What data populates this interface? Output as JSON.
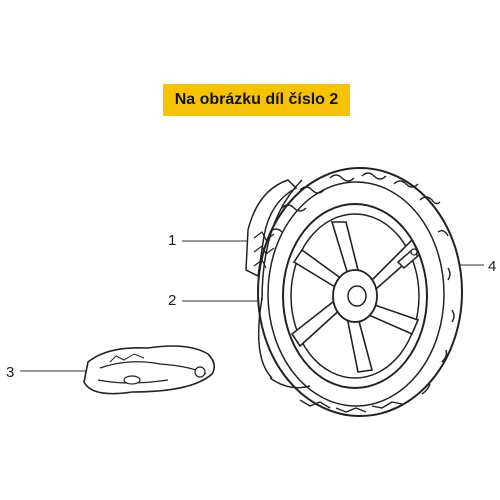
{
  "banner": {
    "text": "Na obrázku díl číslo 2"
  },
  "callouts": [
    {
      "number": "1"
    },
    {
      "number": "2"
    },
    {
      "number": "3"
    },
    {
      "number": "4"
    }
  ],
  "colors": {
    "banner": "#f7c300",
    "line": "#333333"
  }
}
